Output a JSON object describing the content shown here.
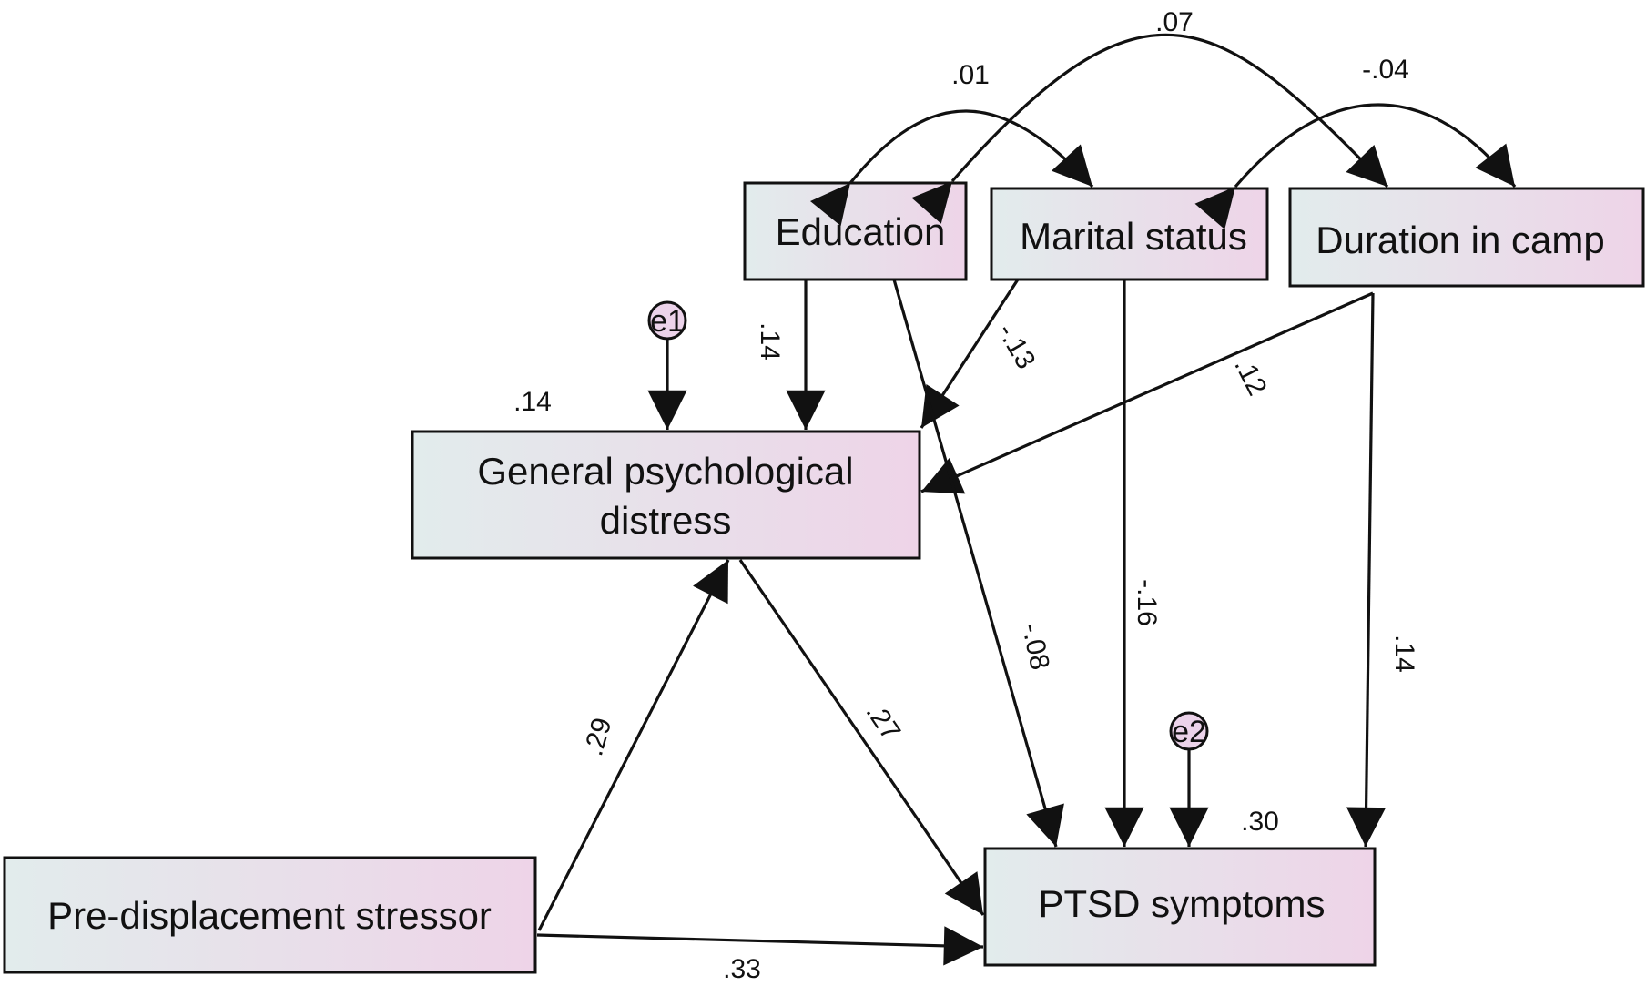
{
  "nodes": {
    "education": "Education",
    "marital_status": "Marital status",
    "duration_in_camp": "Duration in camp",
    "general_distress_line1": "General psychological",
    "general_distress_line2": "distress",
    "pre_displacement": "Pre-displacement stressor",
    "ptsd": "PTSD symptoms"
  },
  "error_terms": {
    "e1": "e1",
    "e2": "e2"
  },
  "r_squared": {
    "general_distress": ".14",
    "ptsd": ".30"
  },
  "covariances": {
    "education_duration": ".07",
    "education_marital": ".01",
    "marital_duration": "-.04"
  },
  "paths": {
    "education_to_distress": ".14",
    "marital_to_distress": "-.13",
    "duration_to_distress": ".12",
    "education_to_ptsd": "-.08",
    "marital_to_ptsd": "-.16",
    "duration_to_ptsd": ".14",
    "stressor_to_distress": ".29",
    "distress_to_ptsd": ".27",
    "stressor_to_ptsd": ".33"
  },
  "colors": {
    "box_left": "#e2ecec",
    "box_right": "#eed4e8",
    "line": "#111111"
  }
}
